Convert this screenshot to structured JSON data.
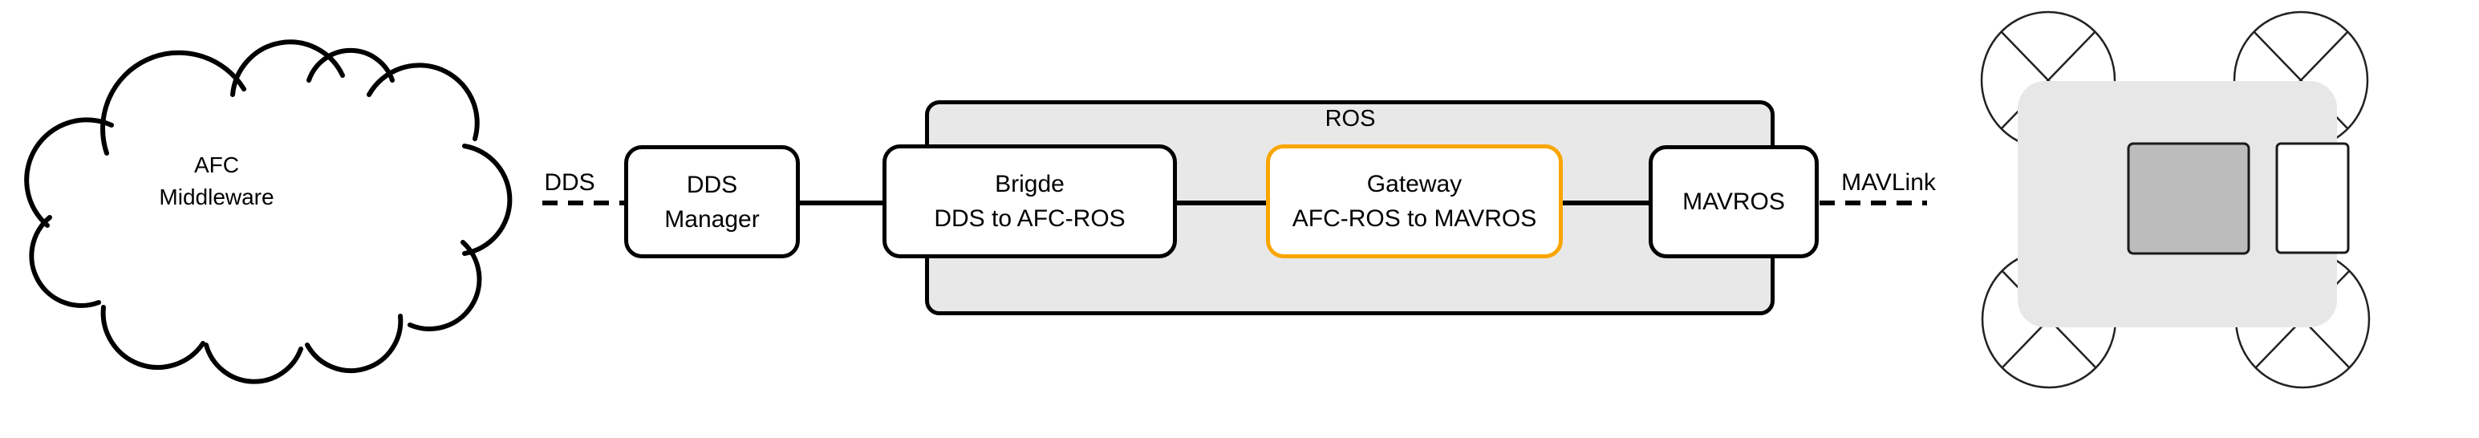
{
  "diagram": {
    "cloud": {
      "line1": "AFC",
      "line2": "Middleware"
    },
    "labels": {
      "dds_link": "DDS",
      "mavlink_link": "MAVLink",
      "ros_container": "ROS"
    },
    "nodes": {
      "dds_manager": {
        "line1": "DDS",
        "line2": "Manager"
      },
      "bridge": {
        "line1": "Brigde",
        "line2": "DDS to AFC-ROS"
      },
      "gateway": {
        "line1": "Gateway",
        "line2": "AFC-ROS to MAVROS"
      },
      "mavros": {
        "line1": "MAVROS"
      }
    },
    "colors": {
      "highlight_border": "#F9A602",
      "box_border": "#000000",
      "container_fill": "#E8E8E8",
      "drone_body_fill": "#E7E7E7",
      "drone_module_fill": "#BCBCBC",
      "line_color": "#000000"
    }
  }
}
